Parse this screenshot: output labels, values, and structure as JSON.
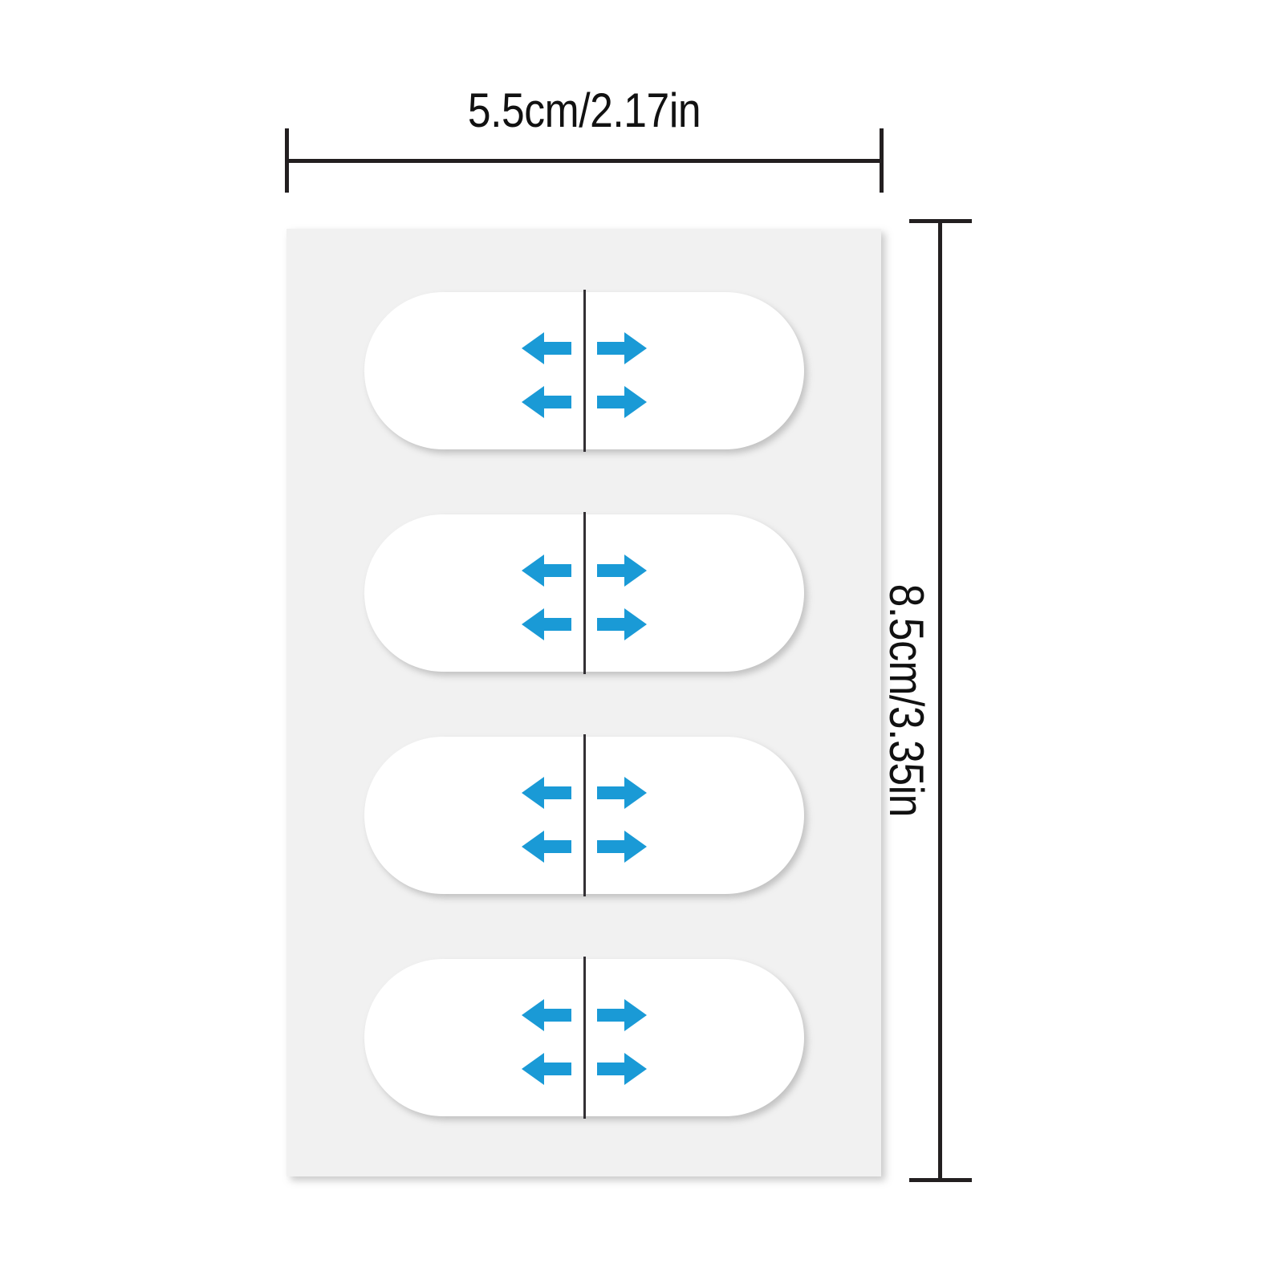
{
  "product": {
    "type": "adhesive-strip-sheet",
    "sheet_color": "#f1f1f1",
    "strip_color": "#ffffff",
    "arrow_color": "#1a9ad6",
    "centerline_color": "#333034",
    "strip_count": 4,
    "arrows_per_strip": 4
  },
  "dimensions": {
    "width": {
      "label": "5.5cm/2.17in",
      "cm": "5.5",
      "inches": "2.17",
      "orientation": "horizontal"
    },
    "height": {
      "label": "8.5cm/3.35in",
      "cm": "8.5",
      "inches": "3.35",
      "orientation": "vertical"
    }
  },
  "strips": [
    {
      "index": 1,
      "arrows": [
        {
          "direction": "left",
          "row": "top"
        },
        {
          "direction": "right",
          "row": "top"
        },
        {
          "direction": "left",
          "row": "bottom"
        },
        {
          "direction": "right",
          "row": "bottom"
        }
      ]
    },
    {
      "index": 2,
      "arrows": [
        {
          "direction": "left",
          "row": "top"
        },
        {
          "direction": "right",
          "row": "top"
        },
        {
          "direction": "left",
          "row": "bottom"
        },
        {
          "direction": "right",
          "row": "bottom"
        }
      ]
    },
    {
      "index": 3,
      "arrows": [
        {
          "direction": "left",
          "row": "top"
        },
        {
          "direction": "right",
          "row": "top"
        },
        {
          "direction": "left",
          "row": "bottom"
        },
        {
          "direction": "right",
          "row": "bottom"
        }
      ]
    },
    {
      "index": 4,
      "arrows": [
        {
          "direction": "left",
          "row": "top"
        },
        {
          "direction": "right",
          "row": "top"
        },
        {
          "direction": "left",
          "row": "bottom"
        },
        {
          "direction": "right",
          "row": "bottom"
        }
      ]
    }
  ]
}
